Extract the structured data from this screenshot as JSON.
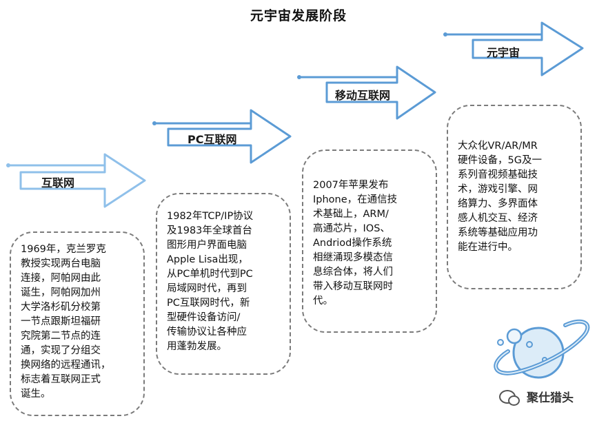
{
  "title": "元宇宙发展阶段",
  "stages": [
    {
      "label": "互联网",
      "description": "1969年，克兰罗克\n教授实现两台电脑\n连接，阿帕网由此\n诞生，阿帕网加州\n大学洛杉矶分校第\n一节点跟斯坦福研\n究院第二节点的连\n通，实现了分组交\n换网络的远程通讯，\n标志着互联网正式\n诞生。"
    },
    {
      "label": "PC互联网",
      "description": "1982年TCP/IP协议\n及1983年全球首台\n图形用户界面电脑\nApple Lisa出现，\n从PC单机时代到PC\n局域网时代，再到\nPC互联网时代，新\n型硬件设备访问/\n传输协议让各种应\n用蓬勃发展。"
    },
    {
      "label": "移动互联网",
      "description": "2007年苹果发布\nIphone，在通信技\n术基础上，ARM/\n高通芯片，IOS、\nAndriod操作系统\n相继涌现多模态信\n息综合体，将人们\n带入移动互联网时\n代。"
    },
    {
      "label": "元宇宙",
      "description": "大众化VR/AR/MR\n硬件设备，5G及一\n系列音视频基础技\n术，游戏引擎、网\n络算力、多界面体\n感人机交互、经济\n系统等基础应用功\n能在进行中。"
    }
  ],
  "logo_text": "聚仕猎头",
  "colors": {
    "arrow_fill": "#ffffff",
    "arrow_stroke": "#5b9bd5",
    "arrow_stroke_light": "#8fc0ea",
    "planet_fill": "#dcecf8",
    "card_border": "#7a7a7a"
  }
}
